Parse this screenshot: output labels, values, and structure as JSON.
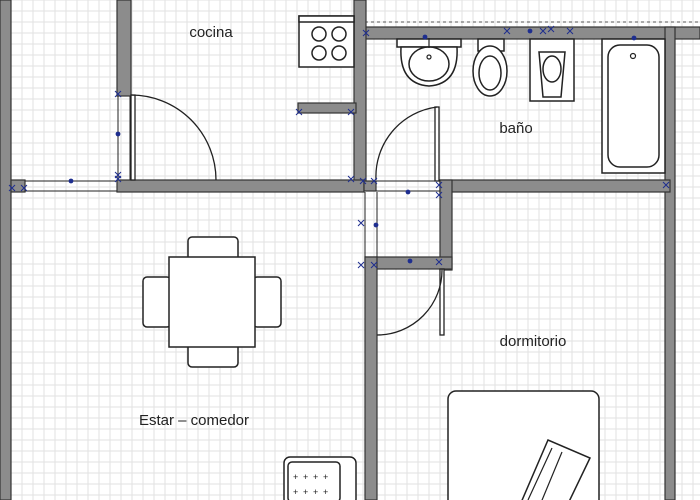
{
  "rooms": {
    "kitchen": "cocina",
    "bathroom": "baño",
    "bedroom": "dormitorio",
    "living_dining": "Estar – comedor"
  },
  "colors": {
    "wall": "#8c8c8c",
    "grid": "#e2e2e2",
    "vertex": "#1e2e8f",
    "line": "#222222"
  },
  "icons": [
    "stove-icon",
    "sink-icon",
    "toilet-icon",
    "bidet-icon",
    "bathtub-icon",
    "dining-table-icon",
    "chair-icon",
    "bed-icon",
    "pillow-icon",
    "armchair-icon",
    "door-swing-icon"
  ]
}
